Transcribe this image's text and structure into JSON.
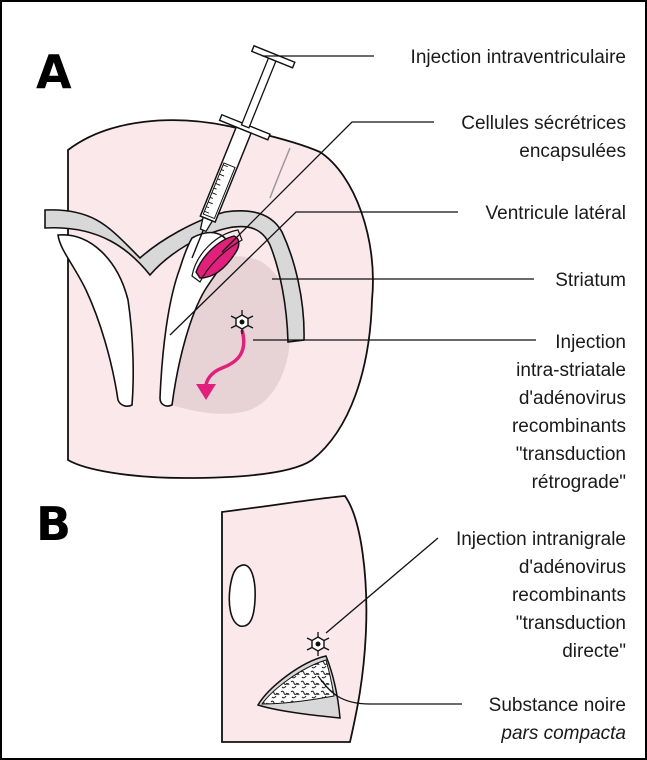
{
  "figure": {
    "panel_a": "A",
    "panel_b": "B",
    "colors": {
      "tissue": "#fae8ea",
      "striatum": "#e7d2d6",
      "ventricle_wall": "#d8d8d8",
      "cells": "#e0207a",
      "arrow": "#e0207a",
      "outline": "#111111",
      "border": "#000000"
    },
    "labels_a": {
      "injection_ventricular": "Injection intraventriculaire",
      "cells_line1": "Cellules sécrétrices",
      "cells_line2": "encapsulées",
      "ventricle": "Ventricule latéral",
      "striatum": "Striatum",
      "striatal_1": "Injection",
      "striatal_2": "intra-striatale",
      "striatal_3": "d'adénovirus",
      "striatal_4": "recombinants",
      "striatal_5": "\"transduction",
      "striatal_6": "rétrograde\""
    },
    "labels_b": {
      "nigral_1": "Injection intranigrale",
      "nigral_2": "d'adénovirus",
      "nigral_3": "recombinants",
      "nigral_4": "\"transduction",
      "nigral_5": "directe\"",
      "substantia_1": "Substance noire",
      "substantia_2": "pars compacta"
    }
  }
}
